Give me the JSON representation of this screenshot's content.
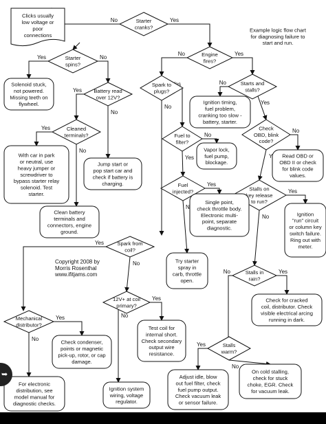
{
  "nodes": [
    {
      "id": "clicks",
      "shape": "note",
      "text": [
        "Clicks usually",
        "low voltage or",
        "poor",
        "connections"
      ]
    },
    {
      "id": "starter_cranks",
      "shape": "diamond",
      "text": [
        "Starter",
        "cranks?"
      ]
    },
    {
      "id": "example",
      "shape": "plain",
      "text": [
        "Example logic flow chart",
        "for diagnosing failure to",
        "start and run."
      ]
    },
    {
      "id": "starter_spins",
      "shape": "diamond",
      "text": [
        "Starter",
        "spins?"
      ]
    },
    {
      "id": "engine_fires",
      "shape": "diamond",
      "text": [
        "Engine",
        "fires?"
      ]
    },
    {
      "id": "solenoid",
      "shape": "rect",
      "text": [
        "Solenoid stuck,",
        "not powered.",
        "Missing teeth on",
        "flywheel."
      ]
    },
    {
      "id": "battery_read",
      "shape": "diamond",
      "text": [
        "Battery read",
        "over 12V?"
      ]
    },
    {
      "id": "spark_plugs",
      "shape": "diamond",
      "text": [
        "Spark to",
        "plugs?"
      ]
    },
    {
      "id": "starts_stalls",
      "shape": "diamond",
      "text": [
        "Starts and",
        "stalls?"
      ]
    },
    {
      "id": "ignition_timing",
      "shape": "rect",
      "text": [
        "Ignition timing,",
        "fuel problem,",
        "cranking too slow -",
        "battery, starter."
      ]
    },
    {
      "id": "cleaned_terminals",
      "shape": "diamond",
      "text": [
        "Cleaned",
        "terminals?"
      ]
    },
    {
      "id": "check_obd",
      "shape": "diamond",
      "text": [
        "Check",
        "OBD, blink",
        "code?"
      ]
    },
    {
      "id": "fuel_filter",
      "shape": "diamond",
      "text": [
        "Fuel to",
        "filter?"
      ]
    },
    {
      "id": "vapor_lock",
      "shape": "rect",
      "text": [
        "Vapor lock,",
        "fuel pump,",
        "blockage."
      ]
    },
    {
      "id": "car_in_park",
      "shape": "rect",
      "text": [
        "With car in park",
        "or neutral, use",
        "heavy jumper or",
        "screwdriver to",
        "bypass starter relay",
        "solenoid. Test",
        "starter."
      ]
    },
    {
      "id": "jump_start",
      "shape": "rect",
      "text": [
        "Jump start or",
        "pop start car and",
        "check if battery is",
        "charging."
      ]
    },
    {
      "id": "read_obd",
      "shape": "rect",
      "text": [
        "Read OBD or",
        "OBD II or check",
        "for blink code",
        "values."
      ]
    },
    {
      "id": "fuel_injected",
      "shape": "diamond",
      "text": [
        "Fuel",
        "injected?"
      ]
    },
    {
      "id": "stalls_key",
      "shape": "diamond",
      "text": [
        "Stalls on",
        "key release",
        "to run?"
      ]
    },
    {
      "id": "single_point",
      "shape": "rect",
      "text": [
        "Single point,",
        "check throttle body.",
        "Electronic multi-",
        "point, separate",
        "diagnostic."
      ]
    },
    {
      "id": "ignition_run",
      "shape": "rect",
      "text": [
        "Ignition",
        "\"run\" circuit",
        "or column key",
        "switch failure.",
        "Ring out with",
        "meter."
      ]
    },
    {
      "id": "clean_battery",
      "shape": "rect",
      "text": [
        "Clean battery",
        "terminals and",
        "connectors, engine",
        "ground."
      ]
    },
    {
      "id": "spark_coil",
      "shape": "diamond",
      "text": [
        "Spark from",
        "coil?"
      ]
    },
    {
      "id": "try_starter",
      "shape": "rect",
      "text": [
        "Try starter",
        "spray in",
        "carb, throttle",
        "open."
      ]
    },
    {
      "id": "stalls_rain",
      "shape": "diamond",
      "text": [
        "Stalls in",
        "rain?"
      ]
    },
    {
      "id": "copyright",
      "shape": "plain",
      "text": [
        "Copyright 2008 by",
        "Morris Rosenthal",
        "www.ifitjams.com"
      ]
    },
    {
      "id": "check_cracked",
      "shape": "rect",
      "text": [
        "Check for cracked",
        "coil, distributor. Check",
        "visible electrical arcing",
        "running in dark."
      ]
    },
    {
      "id": "v12_coil",
      "shape": "diamond",
      "text": [
        "12V+ at coil",
        "primary?"
      ]
    },
    {
      "id": "mech_dist",
      "shape": "diamond",
      "text": [
        "Mechanical",
        "distributor?"
      ]
    },
    {
      "id": "test_coil",
      "shape": "rect",
      "text": [
        "Test coil for",
        "internal short.",
        "Check secondary",
        "output wire",
        "resistance."
      ]
    },
    {
      "id": "check_condenser",
      "shape": "rect",
      "text": [
        "Check condenser,",
        "points or magnetic",
        "pick-up, rotor, or cap",
        "damage."
      ]
    },
    {
      "id": "stalls_warm",
      "shape": "diamond",
      "text": [
        "Stalls",
        "warm?"
      ]
    },
    {
      "id": "cold_stalling",
      "shape": "rect",
      "text": [
        "On cold stalling,",
        "check for stuck",
        "choke, EGR. Check",
        "for vacuum leak."
      ]
    },
    {
      "id": "adjust_idle",
      "shape": "rect",
      "text": [
        "Adjust idle, blow",
        "out fuel filter, check",
        "fuel pump output.",
        "Check vacuum leak",
        "or sensor failure."
      ]
    },
    {
      "id": "electronic",
      "shape": "rect",
      "text": [
        "For electronic",
        "distribution, see",
        "model manual for",
        "diagnostic checks."
      ]
    },
    {
      "id": "ign_wiring",
      "shape": "rect",
      "text": [
        "Ignition system",
        "wiring, voltage",
        "regulator."
      ]
    }
  ],
  "edges": [
    {
      "from": "starter_cranks",
      "to": "clicks",
      "label": "No"
    },
    {
      "from": "starter_cranks",
      "to": "engine_fires",
      "label": "Yes"
    },
    {
      "from": "clicks",
      "to": "starter_spins",
      "label": ""
    },
    {
      "from": "starter_spins",
      "to": "solenoid",
      "label": "Yes"
    },
    {
      "from": "starter_spins",
      "to": "battery_read",
      "label": "No"
    },
    {
      "from": "engine_fires",
      "to": "spark_plugs",
      "label": "No"
    },
    {
      "from": "engine_fires",
      "to": "starts_stalls",
      "label": "Yes"
    },
    {
      "from": "battery_read",
      "to": "cleaned_terminals",
      "label": "Yes"
    },
    {
      "from": "battery_read",
      "to": "jump_start",
      "label": "No"
    },
    {
      "from": "cleaned_terminals",
      "to": "car_in_park",
      "label": "Yes"
    },
    {
      "from": "cleaned_terminals",
      "to": "clean_battery",
      "label": "No"
    },
    {
      "from": "spark_plugs",
      "to": "fuel_filter",
      "label": "Yes"
    },
    {
      "from": "spark_plugs",
      "to": "spark_coil",
      "label": "No"
    },
    {
      "from": "starts_stalls",
      "to": "ignition_timing",
      "label": "No"
    },
    {
      "from": "starts_stalls",
      "to": "check_obd",
      "label": "Yes"
    },
    {
      "from": "check_obd",
      "to": "read_obd",
      "label": "No"
    },
    {
      "from": "check_obd",
      "to": "stalls_key",
      "label": "Yes"
    },
    {
      "from": "fuel_filter",
      "to": "vapor_lock",
      "label": "No"
    },
    {
      "from": "fuel_filter",
      "to": "fuel_injected",
      "label": "Yes"
    },
    {
      "from": "fuel_injected",
      "to": "single_point",
      "label": "Yes"
    },
    {
      "from": "fuel_injected",
      "to": "try_starter",
      "label": "No"
    },
    {
      "from": "stalls_key",
      "to": "ignition_run",
      "label": "Yes"
    },
    {
      "from": "stalls_key",
      "to": "stalls_rain",
      "label": "No"
    },
    {
      "from": "spark_coil",
      "to": "mech_dist",
      "label": "Yes"
    },
    {
      "from": "spark_coil",
      "to": "v12_coil",
      "label": "No"
    },
    {
      "from": "stalls_rain",
      "to": "check_cracked",
      "label": "Yes"
    },
    {
      "from": "stalls_rain",
      "to": "stalls_warm",
      "label": "No"
    },
    {
      "from": "v12_coil",
      "to": "test_coil",
      "label": "Yes"
    },
    {
      "from": "v12_coil",
      "to": "ign_wiring",
      "label": "No"
    },
    {
      "from": "mech_dist",
      "to": "check_condenser",
      "label": "Yes"
    },
    {
      "from": "mech_dist",
      "to": "electronic",
      "label": "No"
    },
    {
      "from": "stalls_warm",
      "to": "adjust_idle",
      "label": "Yes"
    },
    {
      "from": "stalls_warm",
      "to": "cold_stalling",
      "label": "No"
    }
  ],
  "icons": {
    "side": "share-icon"
  }
}
